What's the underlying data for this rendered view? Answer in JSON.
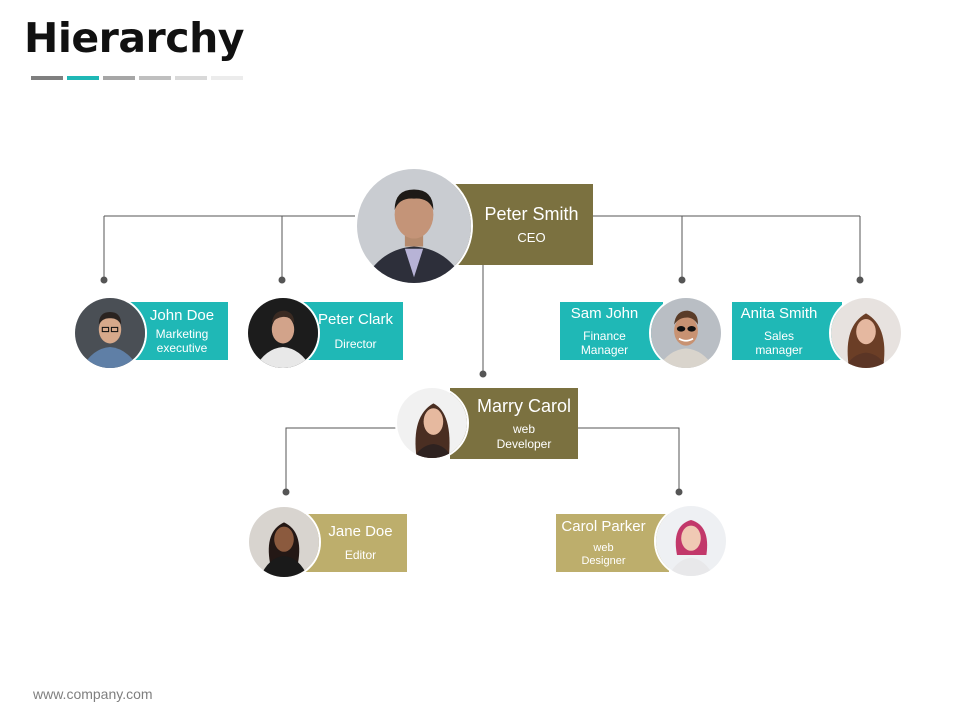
{
  "slide": {
    "title": "Hierarchy",
    "footer": "www.company.com"
  },
  "colors": {
    "olive_dark": "#7b7140",
    "olive_light": "#bdae6c",
    "teal": "#1fb8b6",
    "connector": "#555555",
    "title_bar": [
      "#7f7f7f",
      "#1fb8b6",
      "#a6a6a6",
      "#bfbfbf",
      "#d9d9d9",
      "#ececec"
    ]
  },
  "people": {
    "ceo": {
      "name": "Peter Smith",
      "role": "CEO"
    },
    "john": {
      "name": "John Doe",
      "role_line1": "Marketing",
      "role_line2": "executive"
    },
    "peter_clark": {
      "name": "Peter Clark",
      "role": "Director"
    },
    "sam": {
      "name": "Sam John",
      "role_line1": "Finance",
      "role_line2": "Manager"
    },
    "anita": {
      "name": "Anita Smith",
      "role_line1": "Sales",
      "role_line2": "manager"
    },
    "marry": {
      "name": "Marry Carol",
      "role_line1": "web",
      "role_line2": "Developer"
    },
    "jane": {
      "name": "Jane Doe",
      "role": "Editor"
    },
    "carol": {
      "name": "Carol Parker",
      "role_line1": "web",
      "role_line2": "Designer"
    }
  }
}
